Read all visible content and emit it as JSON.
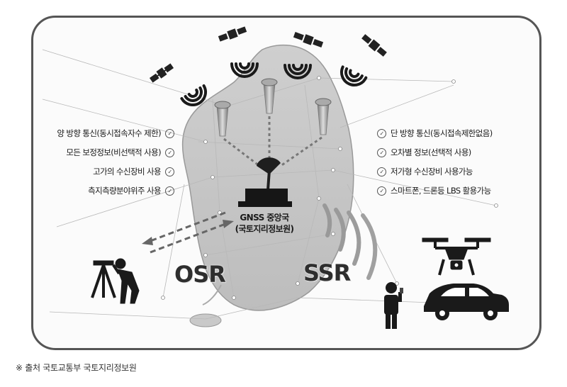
{
  "left_features": [
    {
      "text": "양 방향 통신(동시접속자수 제한)"
    },
    {
      "text": "모든 보정정보(비선택적 사용)"
    },
    {
      "text": "고가의 수신장비 사용"
    },
    {
      "text": "측지측량분야위주 사용"
    }
  ],
  "right_features": [
    {
      "text": "단 방향 통신(동시접속제한없음)"
    },
    {
      "text": "오차별 정보(선택적 사용)"
    },
    {
      "text": "저가형 수신장비 사용가능"
    },
    {
      "text": "스마트폰, 드론등 LBS 활용가능"
    }
  ],
  "check_icon": "✓",
  "center": {
    "line1": "GNSS 중앙국",
    "line2": "(국토지리정보원)"
  },
  "osr_label": "OSR",
  "ssr_label": "SSR",
  "footnote": "※ 출처 국토교통부 국토지리정보원"
}
